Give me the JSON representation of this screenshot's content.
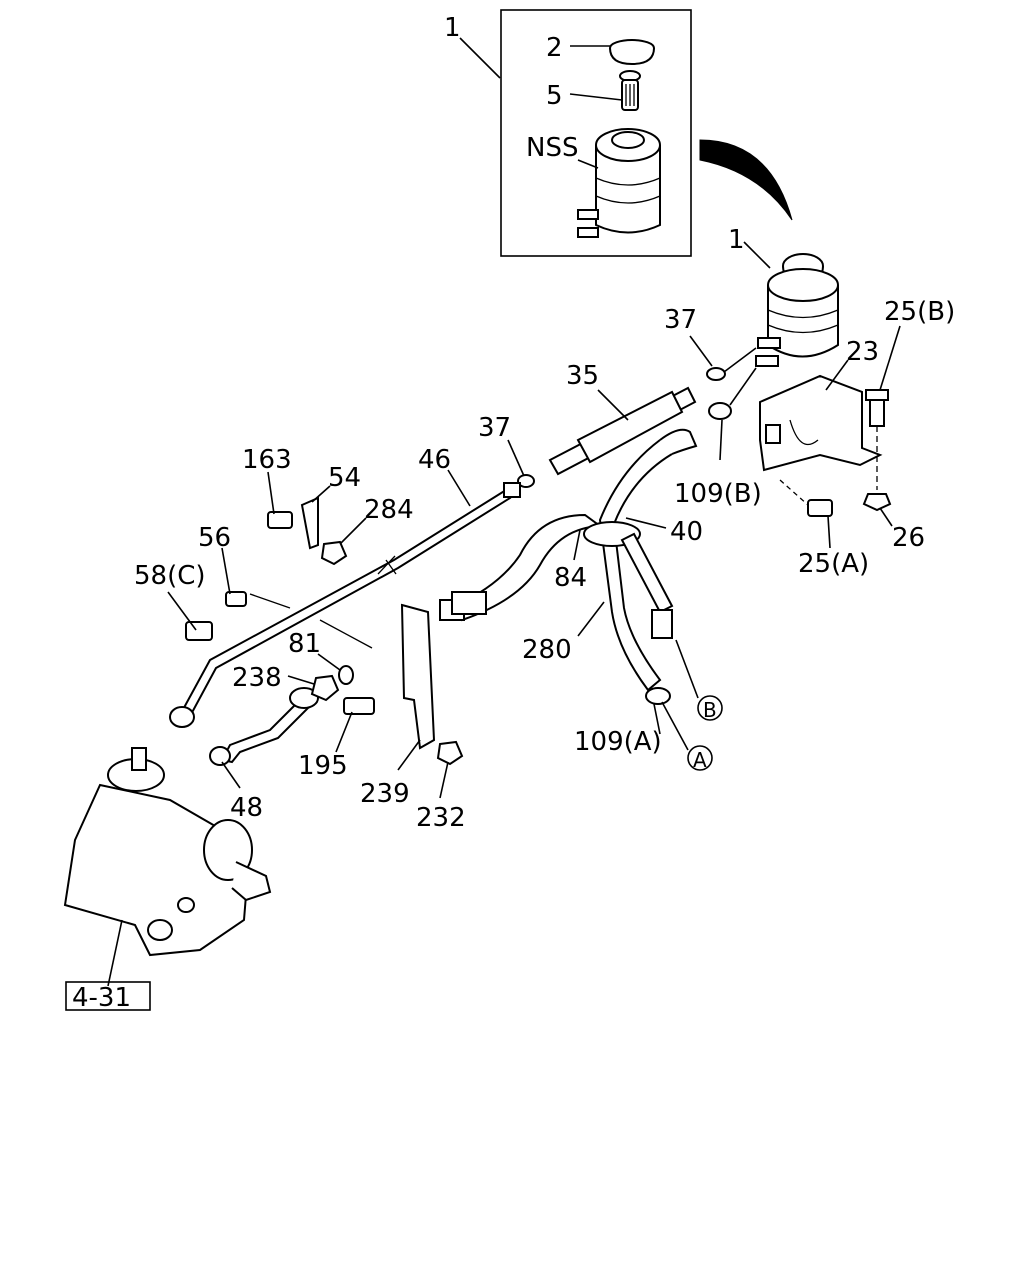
{
  "labels": {
    "l1_box": "1",
    "l2": "2",
    "l5": "5",
    "nss": "NSS",
    "l1": "1",
    "l25b": "25(B)",
    "l37_top": "37",
    "l23": "23",
    "l35": "35",
    "l37": "37",
    "l109b": "109(B)",
    "l40": "40",
    "l163": "163",
    "l54": "54",
    "l46": "46",
    "l284": "284",
    "l25a": "25(A)",
    "l26": "26",
    "l56": "56",
    "l84": "84",
    "l58c": "58(C)",
    "l81": "81",
    "l280": "280",
    "l238": "238",
    "lB": "B",
    "l109a": "109(A)",
    "lA": "A",
    "l195": "195",
    "l239": "239",
    "l48": "48",
    "l232": "232",
    "ref": "4-31"
  }
}
